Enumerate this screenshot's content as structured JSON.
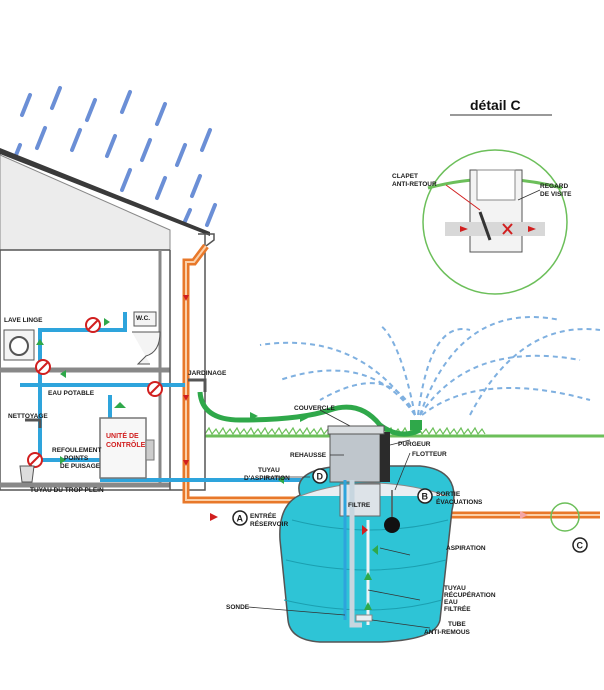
{
  "detail": {
    "title": "détail C",
    "clapet_line1": "CLAPET",
    "clapet_line2": "ANTI-RETOUR",
    "regard_line1": "REGARD",
    "regard_line2": "DE VISITE"
  },
  "labels": {
    "lave_linge": "LAVE LINGE",
    "wc": "W.C.",
    "eau_potable": "EAU POTABLE",
    "jardinage": "JARDINAGE",
    "nettoyage": "NETTOYAGE",
    "refoulement_1": "REFOULEMENT",
    "refoulement_2": "POINTS",
    "refoulement_3": "DE PUISAGE",
    "unite_1": "UNITÉ DE",
    "unite_2": "CONTRÔLE",
    "tuyau_trop_plein": "TUYAU DU TROP PLEIN",
    "couvercle": "COUVERCLE",
    "rehausse": "REHAUSSE",
    "purgeur": "PURGEUR",
    "flotteur": "FLOTTEUR",
    "tuyau_aspiration_1": "TUYAU",
    "tuyau_aspiration_2": "D'ASPIRATION",
    "sortie_1": "SORTIE",
    "sortie_2": "ÉVACUATIONS",
    "filtre": "FILTRE",
    "entree_1": "ENTRÉE",
    "entree_2": "RÉSERVOIR",
    "aspiration": "ASPIRATION",
    "tuyau_recup_1": "TUYAU",
    "tuyau_recup_2": "RÉCUPÉRATION",
    "tuyau_recup_3": "EAU",
    "tuyau_recup_4": "FILTRÉE",
    "sonde": "SONDE",
    "tube_1": "TUBE",
    "tube_2": "ANTI-REMOUS"
  },
  "markers": {
    "a": "A",
    "b": "B",
    "c": "C",
    "d": "D"
  },
  "colors": {
    "water_pipe": "#2ea4dc",
    "gutter": "#e8782a",
    "hose": "#2fa84a",
    "tank": "#2ec4d6",
    "rain": "#6b8fd6",
    "spray": "#7fb0e0",
    "roof": "#3a3a3a",
    "control_text": "#d11f1f",
    "grass": "#6cbf5a"
  }
}
